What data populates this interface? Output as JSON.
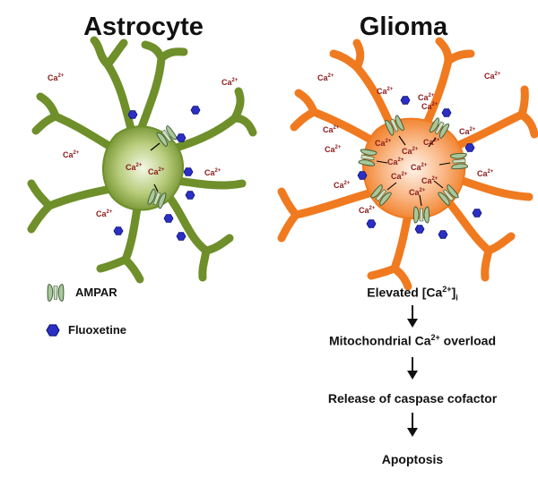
{
  "titles": {
    "left": "Astrocyte",
    "right": "Glioma"
  },
  "ion_label": {
    "base": "Ca",
    "charge": "2+"
  },
  "legend": {
    "receptor": "AMPAR",
    "drug": "Fluoxetine"
  },
  "flow": {
    "step1": {
      "prefix": "Elevated [Ca",
      "sup": "2+",
      "suffix": "]",
      "sub": "i"
    },
    "step2": {
      "prefix": "Mitochondrial Ca",
      "sup": "2+",
      "suffix": " overload"
    },
    "step3": "Release of caspase cofactor",
    "step4": "Apoptosis"
  },
  "colors": {
    "astrocyte": "#6e8f2a",
    "astrocyte_light": "#e8f0d0",
    "glioma": "#f07a20",
    "glioma_light": "#fde0c8",
    "ion": "#8b1a1a",
    "drug": "#2b2fc4",
    "receptor": "#a9c79a"
  }
}
